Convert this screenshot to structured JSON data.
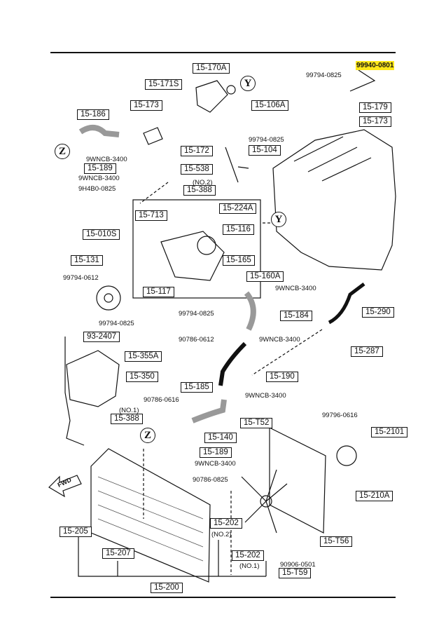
{
  "labels": {
    "l01": "15-170A",
    "l02": "15-106A",
    "l03": "99940-0801",
    "l04": "99794-0825",
    "l05": "15-179",
    "l06": "15-173",
    "l07": "15-171S",
    "l08": "15-173",
    "l09": "15-186",
    "l10": "15-172",
    "l11": "99794-0825",
    "l12": "15-104",
    "l13": "9WNCB-3400",
    "l14": "15-189",
    "l15": "9WNCB-3400",
    "l16": "15-538",
    "l17": "(NO.2)",
    "l18": "15-388",
    "l19": "9H4B0-0825",
    "l20": "15-713",
    "l21": "15-224A",
    "l22": "15-010S",
    "l23": "15-116",
    "l24": "15-131",
    "l25": "15-165",
    "l26": "99794-0612",
    "l27": "15-160A",
    "l28": "9WNCB-3400",
    "l29": "15-117",
    "l30": "99794-0825",
    "l31": "15-184",
    "l32": "15-290",
    "l33": "99794-0825",
    "l34": "93-2407",
    "l35": "90786-0612",
    "l36": "9WNCB-3400",
    "l37": "15-287",
    "l38": "15-355A",
    "l39": "15-190",
    "l40": "15-350",
    "l41": "15-185",
    "l42": "9WNCB-3400",
    "l43": "90786-0616",
    "l44": "(NO.1)",
    "l45": "99796-0616",
    "l46": "15-388",
    "l47": "15-T52",
    "l48": "15-2101",
    "l49": "15-140",
    "l50": "15-189",
    "l51": "9WNCB-3400",
    "l52": "90786-0825",
    "l53": "15-210A",
    "l54": "15-202",
    "l55": "(NO.2)",
    "l56": "15-205",
    "l57": "15-T56",
    "l58": "15-207",
    "l59": "15-202",
    "l60": "(NO.1)",
    "l61": "90906-0501",
    "l62": "15-T59",
    "l63": "15-200"
  },
  "markers": {
    "y": "Y",
    "z": "Z",
    "fwd": "FWD"
  },
  "highlight_color": "#ffe81a"
}
